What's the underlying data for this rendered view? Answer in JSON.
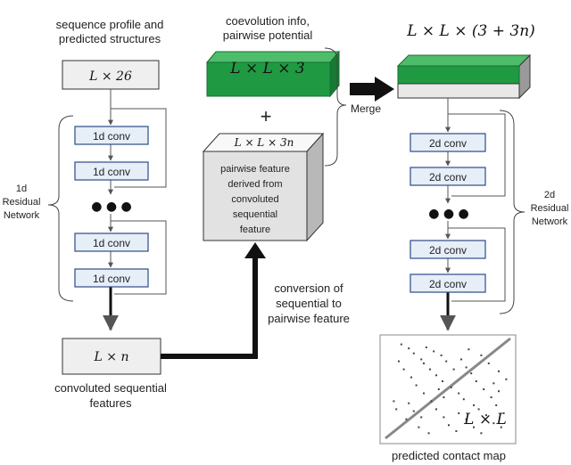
{
  "title": "ptep regression architecture",
  "colors": {
    "green_top": "#4dbd6b",
    "green_front": "#1f9a43",
    "green_side": "#167a33",
    "conv_border": "#2c4c86",
    "box_fill": "#efefef"
  },
  "left": {
    "input_label_line1": "sequence profile and",
    "input_label_line2": "predicted structures",
    "input_box": "L × 26",
    "residual_line1": "1d",
    "residual_line2": "Residual",
    "residual_line3": "Network",
    "convs": [
      "1d conv",
      "1d conv",
      "1d conv",
      "1d conv"
    ],
    "dots": "● ● ●",
    "output_box": "L × n",
    "output_label_line1": "convoluted sequential",
    "output_label_line2": "features"
  },
  "middle": {
    "coevo_line1": "coevolution info,",
    "coevo_line2": "pairwise potential",
    "green_box": "L × L × 3",
    "plus": "+",
    "cube_top": "L × L × 3n",
    "cube_line1": "pairwise feature",
    "cube_line2": "derived from",
    "cube_line3": "convoluted",
    "cube_line4": "sequential",
    "cube_line5": "feature",
    "conv_line1": "conversion of",
    "conv_line2": "sequential to",
    "conv_line3": "pairwise feature"
  },
  "right": {
    "merge": "Merge",
    "top_label": "L × L × (3 + 3n)",
    "convs": [
      "2d conv",
      "2d conv",
      "2d conv",
      "2d conv"
    ],
    "dots": "● ● ●",
    "residual_line1": "2d",
    "residual_line2": "Residual",
    "residual_line3": "Network",
    "map_label": "L × L",
    "map_caption": "predicted contact map"
  },
  "contact_map": {
    "diagonal_fraction": 1.0,
    "contacts": [
      [
        0.12,
        0.05
      ],
      [
        0.18,
        0.09
      ],
      [
        0.22,
        0.14
      ],
      [
        0.28,
        0.2
      ],
      [
        0.3,
        0.24
      ],
      [
        0.35,
        0.3
      ],
      [
        0.4,
        0.36
      ],
      [
        0.45,
        0.42
      ],
      [
        0.52,
        0.48
      ],
      [
        0.58,
        0.54
      ],
      [
        0.62,
        0.6
      ],
      [
        0.7,
        0.66
      ],
      [
        0.74,
        0.7
      ],
      [
        0.8,
        0.76
      ],
      [
        0.86,
        0.84
      ],
      [
        0.92,
        0.88
      ],
      [
        0.1,
        0.22
      ],
      [
        0.14,
        0.3
      ],
      [
        0.2,
        0.38
      ],
      [
        0.24,
        0.46
      ],
      [
        0.3,
        0.54
      ],
      [
        0.36,
        0.62
      ],
      [
        0.4,
        0.7
      ],
      [
        0.46,
        0.78
      ],
      [
        0.5,
        0.86
      ],
      [
        0.56,
        0.92
      ],
      [
        0.6,
        0.2
      ],
      [
        0.64,
        0.28
      ],
      [
        0.68,
        0.34
      ],
      [
        0.72,
        0.42
      ],
      [
        0.78,
        0.5
      ],
      [
        0.84,
        0.58
      ],
      [
        0.88,
        0.66
      ],
      [
        0.94,
        0.74
      ],
      [
        0.06,
        0.62
      ],
      [
        0.08,
        0.7
      ],
      [
        0.16,
        0.8
      ],
      [
        0.26,
        0.88
      ],
      [
        0.34,
        0.94
      ],
      [
        0.66,
        0.1
      ],
      [
        0.76,
        0.16
      ],
      [
        0.82,
        0.24
      ],
      [
        0.9,
        0.32
      ],
      [
        0.96,
        0.4
      ],
      [
        0.44,
        0.16
      ],
      [
        0.48,
        0.22
      ],
      [
        0.54,
        0.3
      ],
      [
        0.32,
        0.08
      ],
      [
        0.38,
        0.12
      ],
      [
        0.86,
        0.44
      ],
      [
        0.9,
        0.52
      ],
      [
        0.18,
        0.64
      ],
      [
        0.22,
        0.72
      ],
      [
        0.28,
        0.78
      ],
      [
        0.7,
        0.88
      ],
      [
        0.76,
        0.94
      ],
      [
        0.58,
        0.74
      ],
      [
        0.64,
        0.8
      ],
      [
        0.42,
        0.5
      ],
      [
        0.46,
        0.58
      ]
    ]
  }
}
